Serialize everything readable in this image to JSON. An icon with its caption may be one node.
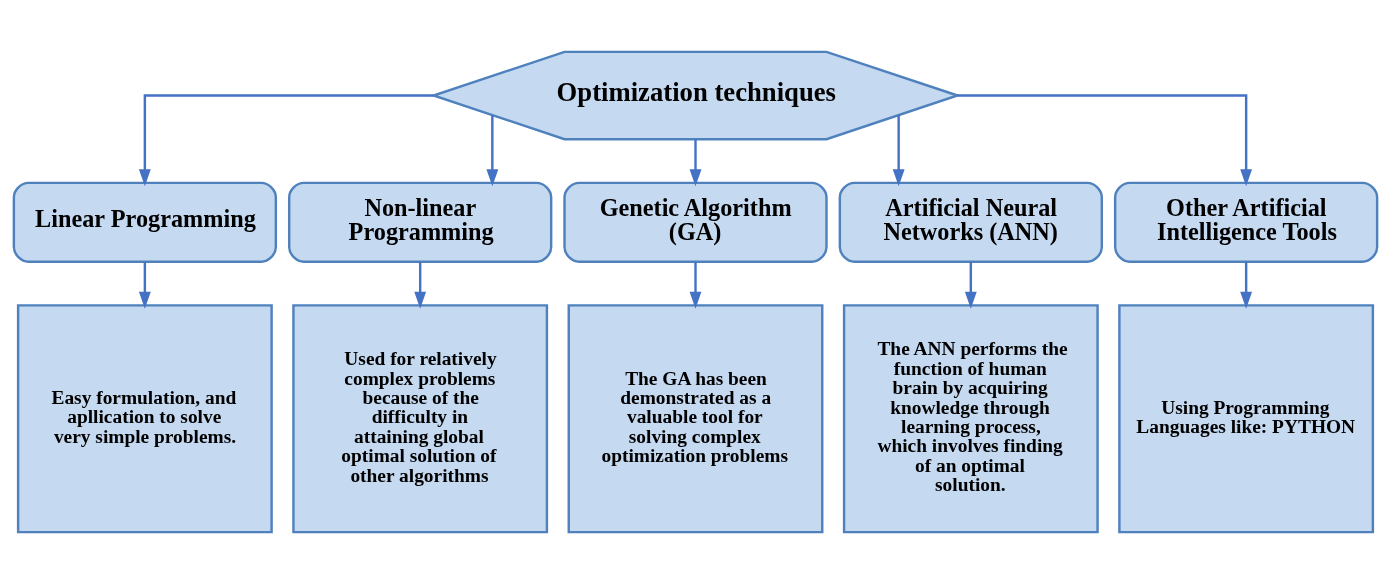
{
  "diagram": {
    "nodes": [
      {
        "text": [
          "Optimization techniques"
        ]
      },
      {
        "text": [
          "Linear Programming"
        ]
      },
      {
        "text": [
          "Non-linear Programming"
        ]
      },
      {
        "text": [
          "Genetic Algorithm (GA)"
        ]
      },
      {
        "text": [
          "Artificial Neural Networks (ANN)"
        ]
      },
      {
        "text": [
          "Other Artificial Intelligence Tools"
        ]
      },
      {
        "text": [
          "Easy formulation, and apllication to solve very simple problems."
        ]
      },
      {
        "text": [
          "Used for relatively complex problems because of the difficulty in attaining global optimal solution of other algorithms"
        ]
      },
      {
        "text": [
          "The GA has been demonstrated as a valuable tool for solving complex optimization problems"
        ]
      },
      {
        "text": [
          "The ANN performs the function of human brain by acquiring knowledge through learning process, which involves finding of an optimal solution."
        ]
      },
      {
        "text": [
          "Using Programming Languages like: PYTHON"
        ]
      }
    ],
    "edges": [
      {
        "from": 0,
        "to": 1,
        "arrow": "to"
      },
      {
        "from": 0,
        "to": 2,
        "arrow": "to"
      },
      {
        "from": 0,
        "to": 3,
        "arrow": "to"
      },
      {
        "from": 0,
        "to": 4,
        "arrow": "to"
      },
      {
        "from": 0,
        "to": 5,
        "arrow": "to"
      },
      {
        "from": 1,
        "to": 6,
        "arrow": "to"
      },
      {
        "from": 2,
        "to": 7,
        "arrow": "to"
      },
      {
        "from": 3,
        "to": 8,
        "arrow": "to"
      },
      {
        "from": 4,
        "to": 9,
        "arrow": "to"
      },
      {
        "from": 5,
        "to": 10,
        "arrow": "to"
      }
    ]
  }
}
